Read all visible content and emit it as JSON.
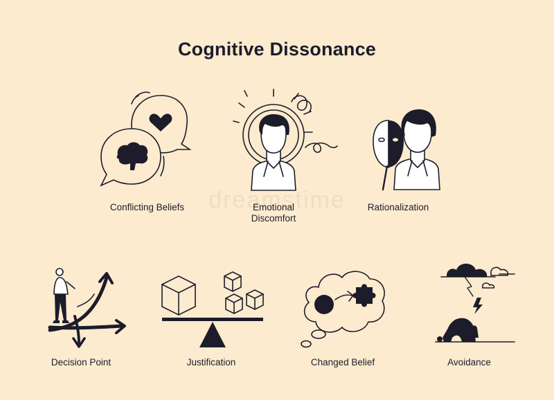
{
  "title": "Cognitive Dissonance",
  "watermark": "dreamstime",
  "items": [
    {
      "label": "Conflicting Beliefs",
      "icon": "speech-bubbles-brain-heart-icon"
    },
    {
      "label": "Emotional\nDiscomfort",
      "icon": "anxious-person-icon"
    },
    {
      "label": "Rationalization",
      "icon": "person-with-mask-icon"
    },
    {
      "label": "Decision Point",
      "icon": "person-at-crossroads-icon"
    },
    {
      "label": "Justification",
      "icon": "balance-scale-cubes-icon"
    },
    {
      "label": "Changed Belief",
      "icon": "thought-cloud-puzzle-icon"
    },
    {
      "label": "Avoidance",
      "icon": "person-hiding-storm-icon"
    }
  ],
  "colors": {
    "background": "#fcebcf",
    "ink": "#1c1c2a"
  }
}
